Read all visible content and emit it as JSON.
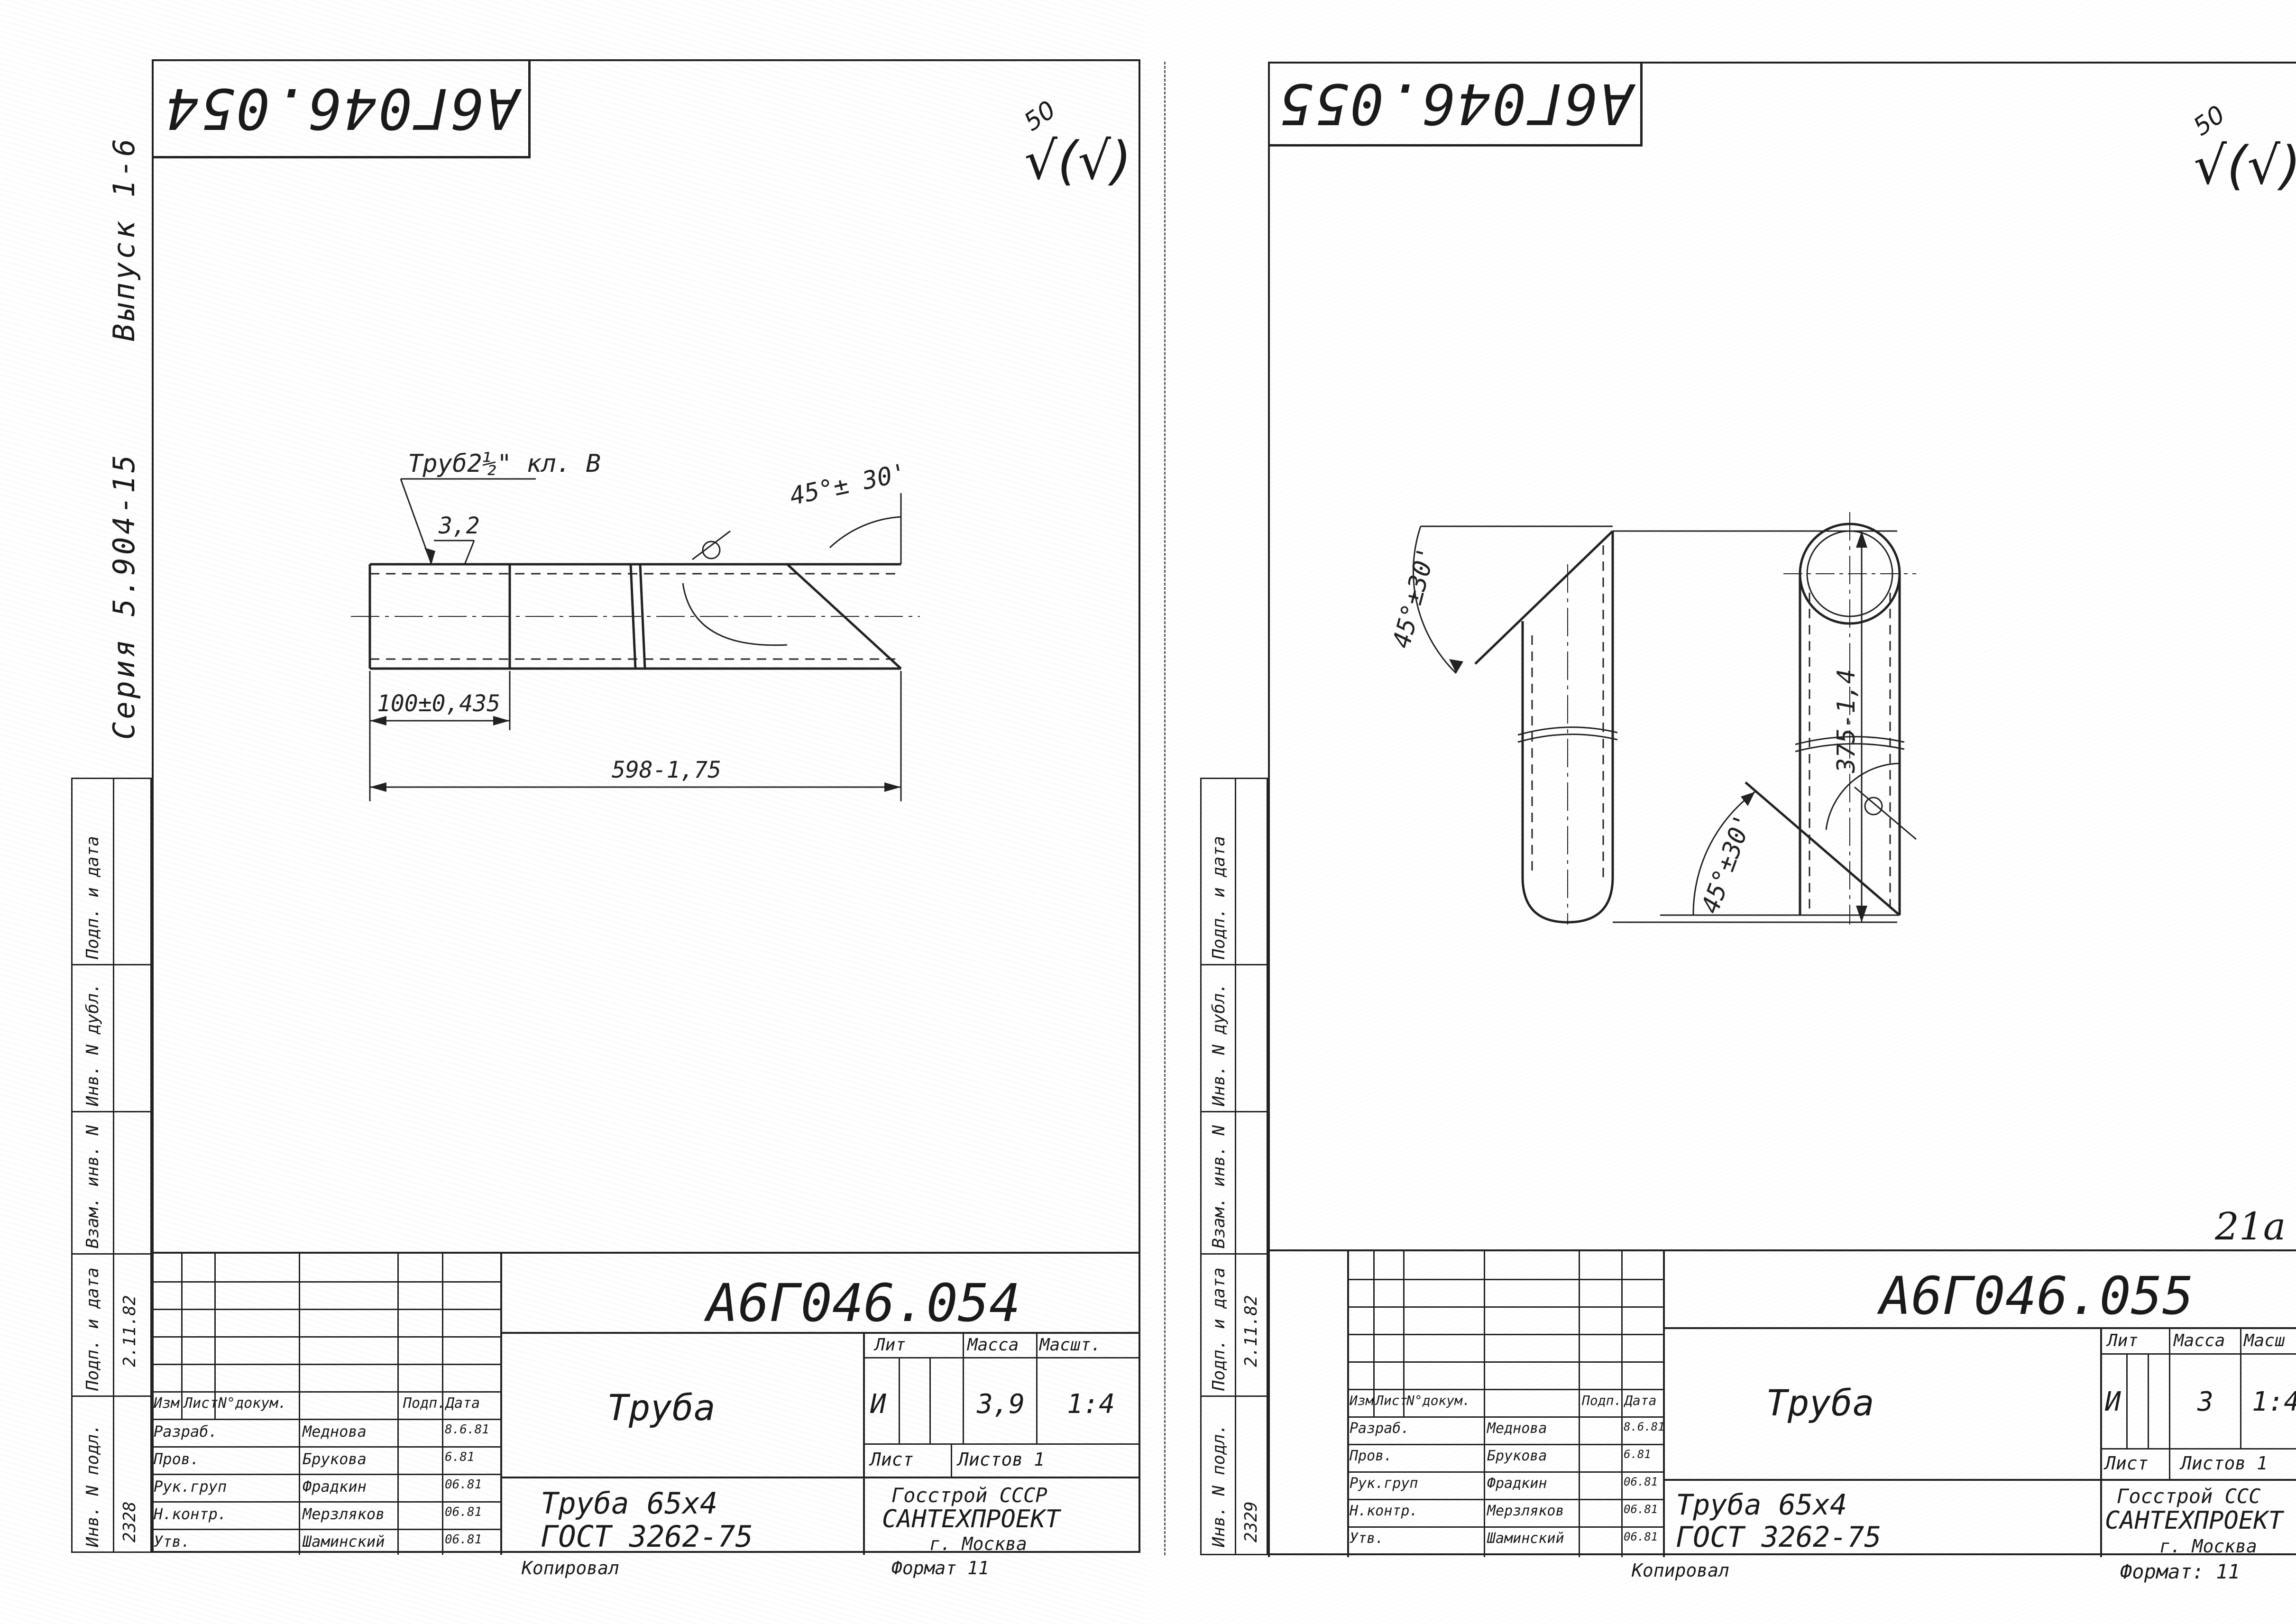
{
  "left_sheet": {
    "code_top": "А6Г046.054",
    "code_main": "А6Г046.054",
    "roughness": "50",
    "series": "Серия 5.904-15",
    "issue": "Выпуск 1-6",
    "pipe_callout": "Труб2½\" кл. В",
    "weld_symbol": "3,2",
    "angle_dim": "45°± 30'",
    "length_small": "100±0,435",
    "length_total": "598-1,75",
    "title": "Труба",
    "material_line1": "Труба 65x4",
    "material_line2": "ГОСТ 3262-75",
    "lit_header": "Лит",
    "mass_header": "Масса",
    "scale_header": "Масшт.",
    "lit_value": "И",
    "mass_value": "3,9",
    "scale_value": "1:4",
    "sheet_label": "Лист",
    "sheets_label": "Листов 1",
    "org_line1": "Госстрой  СССР",
    "org_line2": "САНТЕХПРОЕКТ",
    "org_line3": "г. Москва",
    "copied": "Копировал",
    "format": "Формат 11",
    "col_headers": [
      "Изм",
      "Лист",
      "N°докум.",
      "Подп.",
      "Дата"
    ],
    "staff": [
      {
        "role": "Разраб.",
        "name": "Меднова",
        "date": "8.6.81"
      },
      {
        "role": "Пров.",
        "name": "Брукова",
        "date": "6.81"
      },
      {
        "role": "Рук.груп",
        "name": "Фрадкин",
        "date": "06.81"
      },
      {
        "role": "Н.контр.",
        "name": "Мерзляков",
        "date": "06.81"
      },
      {
        "role": "Утв.",
        "name": "Шаминский",
        "date": "06.81"
      }
    ],
    "strip_labels": [
      "Взам. инв. N",
      "Инв. N дубл.",
      "Подп. и дата",
      "Инв. N подл.",
      "Подп. и дата"
    ],
    "strip_number": "2328",
    "strip_date": "2.11.82"
  },
  "right_sheet": {
    "code_top": "А6Г046.055",
    "code_main": "А6Г046.055",
    "roughness": "50",
    "angle_dim_top": "45°±30'",
    "angle_dim_bottom": "45°±30'",
    "height_dim": "375-1,4",
    "title": "Труба",
    "material_line1": "Труба 65x4",
    "material_line2": "ГОСТ 3262-75",
    "lit_header": "Лит",
    "mass_header": "Масса",
    "scale_header": "Масш",
    "lit_value": "И",
    "mass_value": "3",
    "scale_value": "1:4",
    "sheet_label": "Лист",
    "sheets_label": "Листов 1",
    "org_line1": "Госстрой  ССС",
    "org_line2": "САНТЕХПРОЕКТ",
    "org_line3": "г. Москва",
    "copied": "Копировал",
    "format": "Формат: 11",
    "col_headers": [
      "Изм",
      "Лист",
      "N°докум.",
      "Подп.",
      "Дата"
    ],
    "staff": [
      {
        "role": "Разраб.",
        "name": "Меднова",
        "date": "8.6.81"
      },
      {
        "role": "Пров.",
        "name": "Брукова",
        "date": "6.81"
      },
      {
        "role": "Рук.груп",
        "name": "Фрадкин",
        "date": "06.81"
      },
      {
        "role": "Н.контр.",
        "name": "Мерзляков",
        "date": "06.81"
      },
      {
        "role": "Утв.",
        "name": "Шаминский",
        "date": "06.81"
      }
    ],
    "strip_labels": [
      "Взам. инв. N",
      "Инв. N дубл.",
      "Подп. и дата",
      "Инв. N подл.",
      "Подп. и дата"
    ],
    "strip_number": "2329",
    "strip_date": "2.11.82",
    "corner_mark": "21а"
  }
}
